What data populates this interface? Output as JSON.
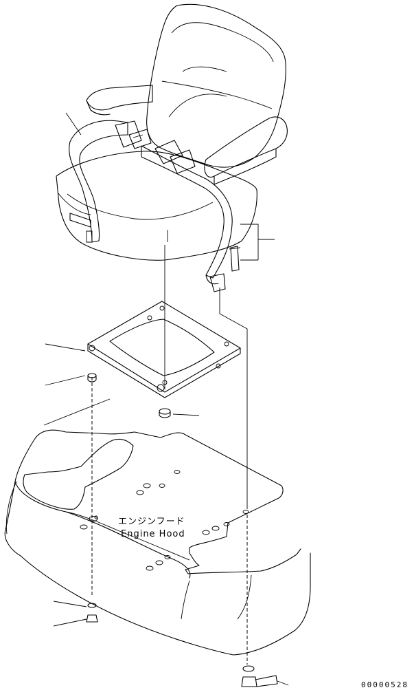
{
  "hood_label": {
    "japanese": "エンジンフード",
    "english": "Engine Hood"
  },
  "drawing_code": "00000528"
}
